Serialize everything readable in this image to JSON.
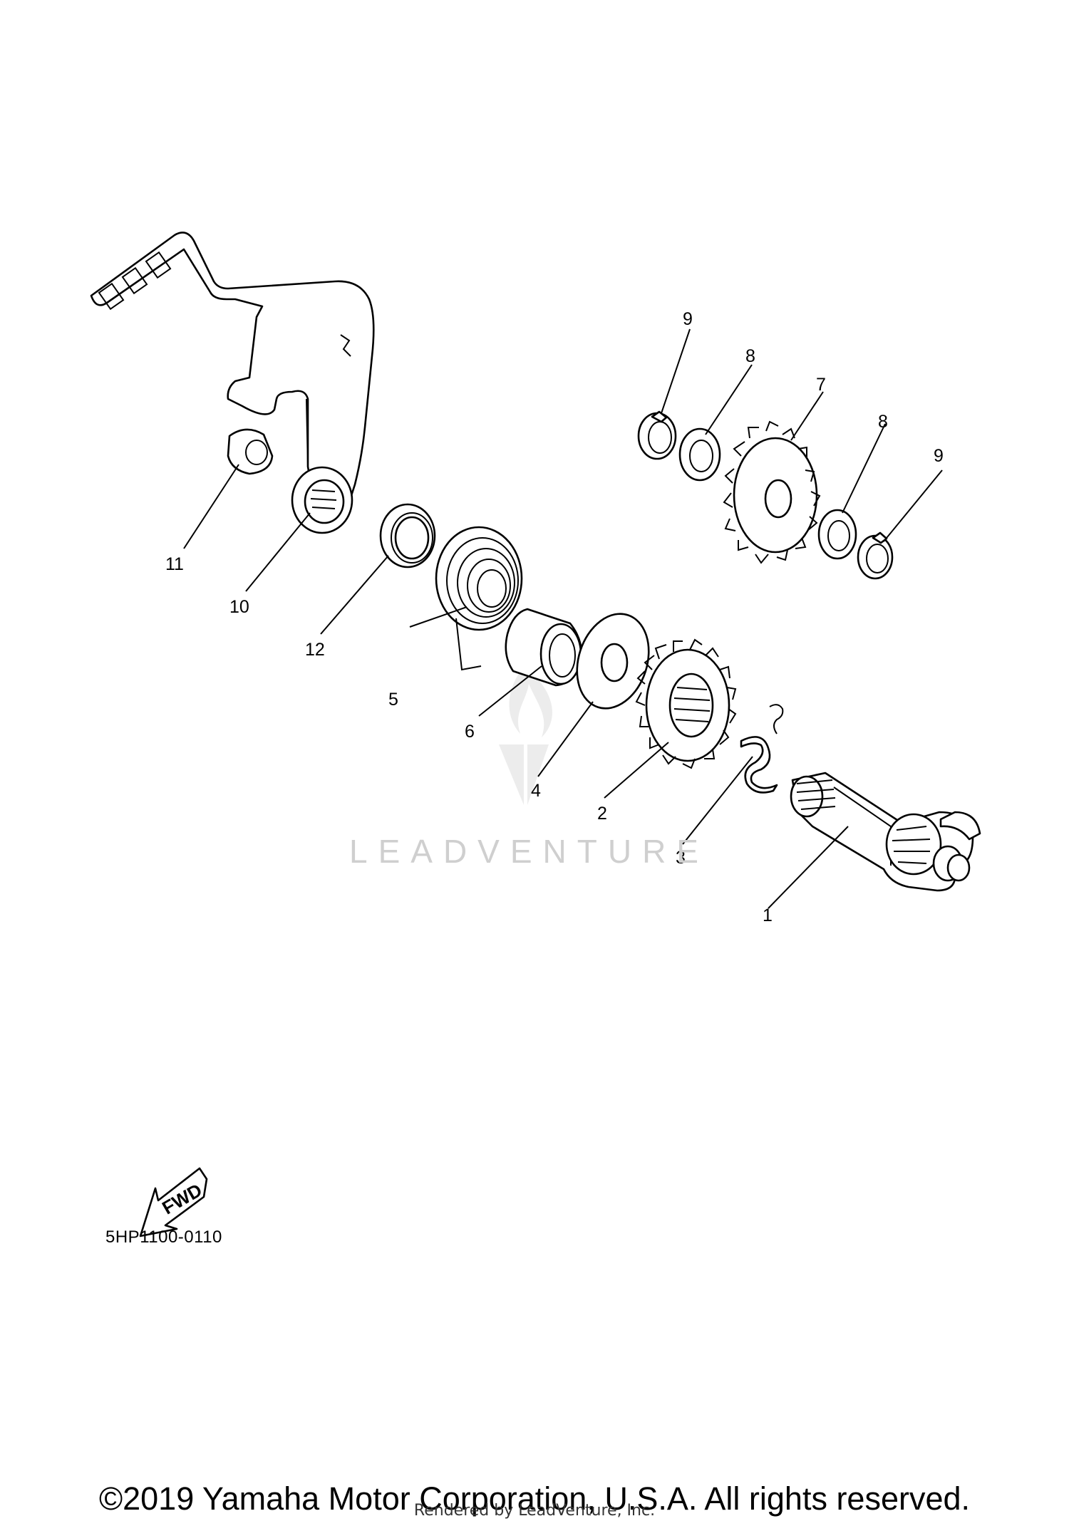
{
  "diagram": {
    "ref_code": "5HP1100-0110",
    "fwd_label": "FWD",
    "copyright": "©2019 Yamaha Motor Corporation, U.S.A. All rights reserved.",
    "rendered_by": "Rendered by LeadVenture, Inc.",
    "watermark": "LEADVENTURE",
    "callouts": [
      "1",
      "2",
      "3",
      "4",
      "5",
      "6",
      "7",
      "8",
      "8",
      "9",
      "9",
      "10",
      "11",
      "12"
    ]
  }
}
